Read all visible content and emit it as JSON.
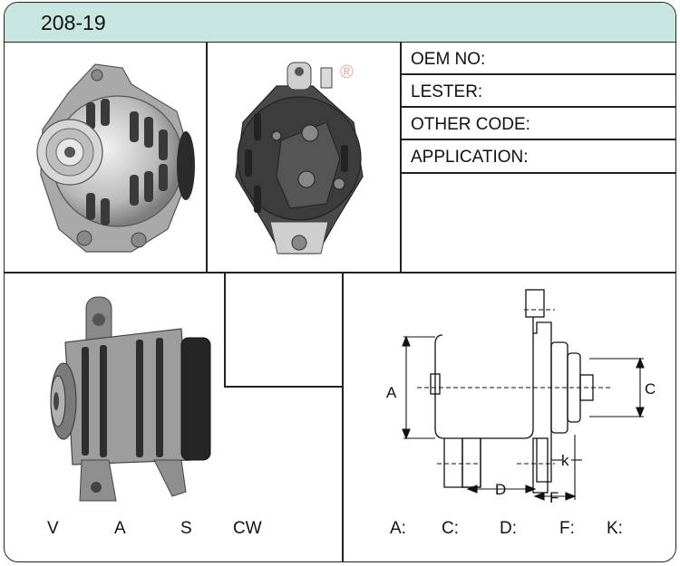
{
  "header": {
    "title": "208-19",
    "color": "#c8e6e0"
  },
  "info_rows": [
    {
      "label": "OEM NO:"
    },
    {
      "label": "LESTER:"
    },
    {
      "label": "OTHER CODE:"
    },
    {
      "label": "APPLICATION:"
    }
  ],
  "electrical_specs": [
    "V",
    "A",
    "S",
    "CW"
  ],
  "dimension_specs": [
    "A:",
    "C:",
    "D:",
    "F:",
    "K:"
  ],
  "diagram_labels": {
    "a": "A",
    "c": "C",
    "d": "D",
    "f": "F",
    "k": "k"
  },
  "trademark": "®",
  "photos": [
    {
      "name": "alternator-front-photo"
    },
    {
      "name": "alternator-rear-photo"
    },
    {
      "name": "alternator-side-photo"
    }
  ]
}
